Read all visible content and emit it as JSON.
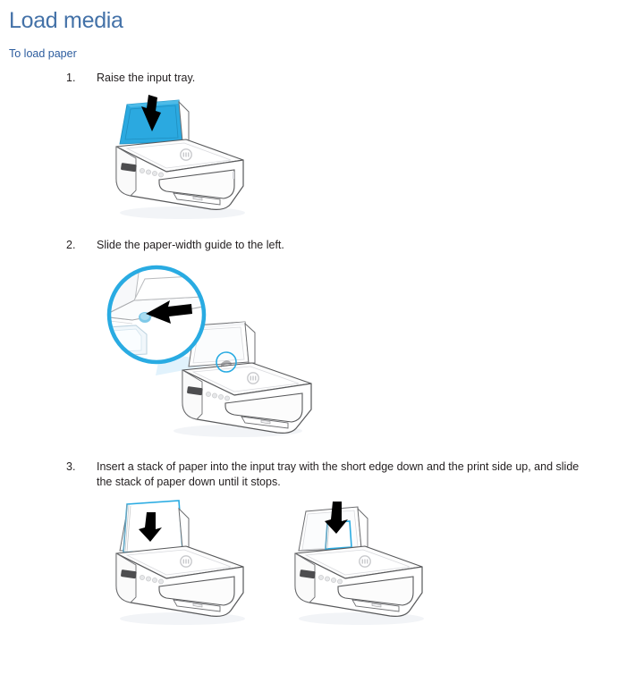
{
  "document": {
    "title": "Load media",
    "section_heading": "To load paper",
    "title_color": "#4472a8",
    "heading_color": "#2c5c9e",
    "body_color": "#231f20",
    "background_color": "#ffffff",
    "accent_blue": "#29abe2",
    "tray_blue": "#2ba9e0",
    "outline_gray": "#58595b",
    "arrow_black": "#000000"
  },
  "steps": [
    {
      "number": "1.",
      "text": "Raise the input tray.",
      "figure": {
        "name": "printer-raise-input-tray",
        "caption_alt": "HP DeskJet printer with blue input tray raised and an upward black arrow"
      }
    },
    {
      "number": "2.",
      "text": "Slide the paper-width guide to the left.",
      "figure": {
        "name": "printer-slide-paper-width-guide",
        "caption_alt": "HP DeskJet printer with a magnified callout circle showing the paper-width guide and a black arrow pointing left"
      }
    },
    {
      "number": "3.",
      "text": "Insert a stack of paper into the input tray with the short edge down and the print side up, and slide the stack of paper down until it stops.",
      "figures": [
        {
          "name": "printer-insert-full-size-paper",
          "caption_alt": "HP DeskJet printer with a stack of full-size paper loaded in the input tray and a downward black arrow"
        },
        {
          "name": "printer-insert-small-media",
          "caption_alt": "HP DeskJet printer with a stack of small photo paper loaded in the input tray and a downward black arrow"
        }
      ]
    }
  ]
}
